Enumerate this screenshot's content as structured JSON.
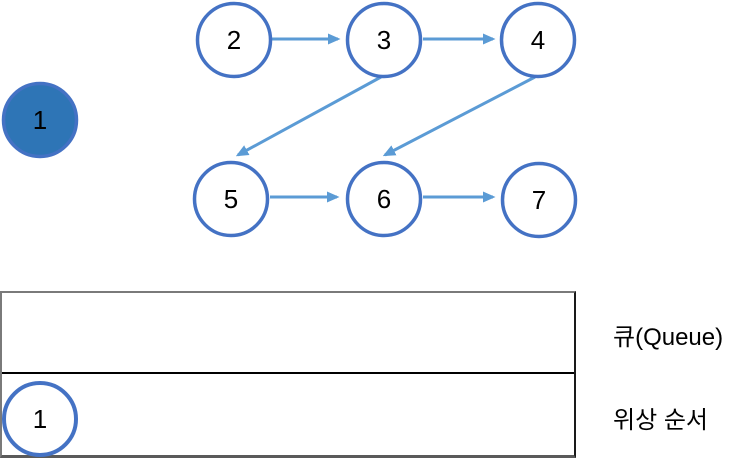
{
  "diagram": {
    "nodes": [
      {
        "label": "1",
        "state": "removed",
        "filled": true
      },
      {
        "label": "2",
        "state": "in-graph",
        "filled": false
      },
      {
        "label": "3",
        "state": "in-graph",
        "filled": false
      },
      {
        "label": "4",
        "state": "in-graph",
        "filled": false
      },
      {
        "label": "5",
        "state": "in-graph",
        "filled": false
      },
      {
        "label": "6",
        "state": "in-graph",
        "filled": false
      },
      {
        "label": "7",
        "state": "in-graph",
        "filled": false
      }
    ],
    "edges": [
      {
        "from": "2",
        "to": "3"
      },
      {
        "from": "3",
        "to": "4"
      },
      {
        "from": "3",
        "to": "5"
      },
      {
        "from": "4",
        "to": "6"
      },
      {
        "from": "5",
        "to": "6"
      },
      {
        "from": "6",
        "to": "7"
      }
    ],
    "colors": {
      "node_border": "#4472C4",
      "node_fill": "#FFFFFF",
      "node_fill_active": "#2E75B6",
      "arrow": "#5B9BD5",
      "text": "#000000"
    }
  },
  "table": {
    "rows": [
      {
        "caption": "큐(Queue)",
        "items": []
      },
      {
        "caption": "위상 순서",
        "items": [
          "1"
        ]
      }
    ]
  }
}
